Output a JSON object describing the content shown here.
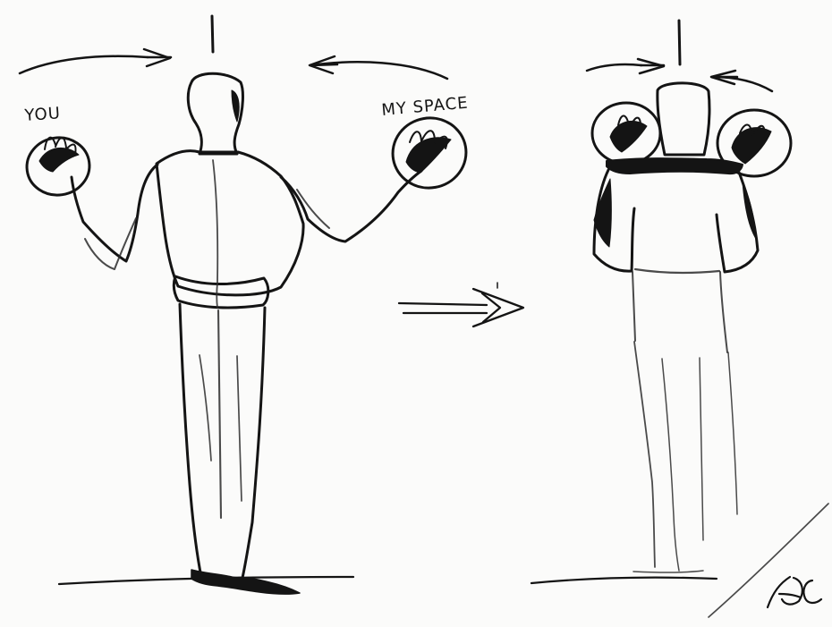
{
  "labels": {
    "you": "YOU",
    "my_space": "MY SPACE"
  },
  "signature": {
    "text": "ADC",
    "style": "handwritten initials"
  },
  "icons": {
    "left_arrow_right": "arrow-right-icon",
    "left_arrow_left": "arrow-left-icon",
    "transition_arrow": "big-arrow-right-icon"
  },
  "colors": {
    "ink": "#141414",
    "paper": "#fbfbfa"
  }
}
